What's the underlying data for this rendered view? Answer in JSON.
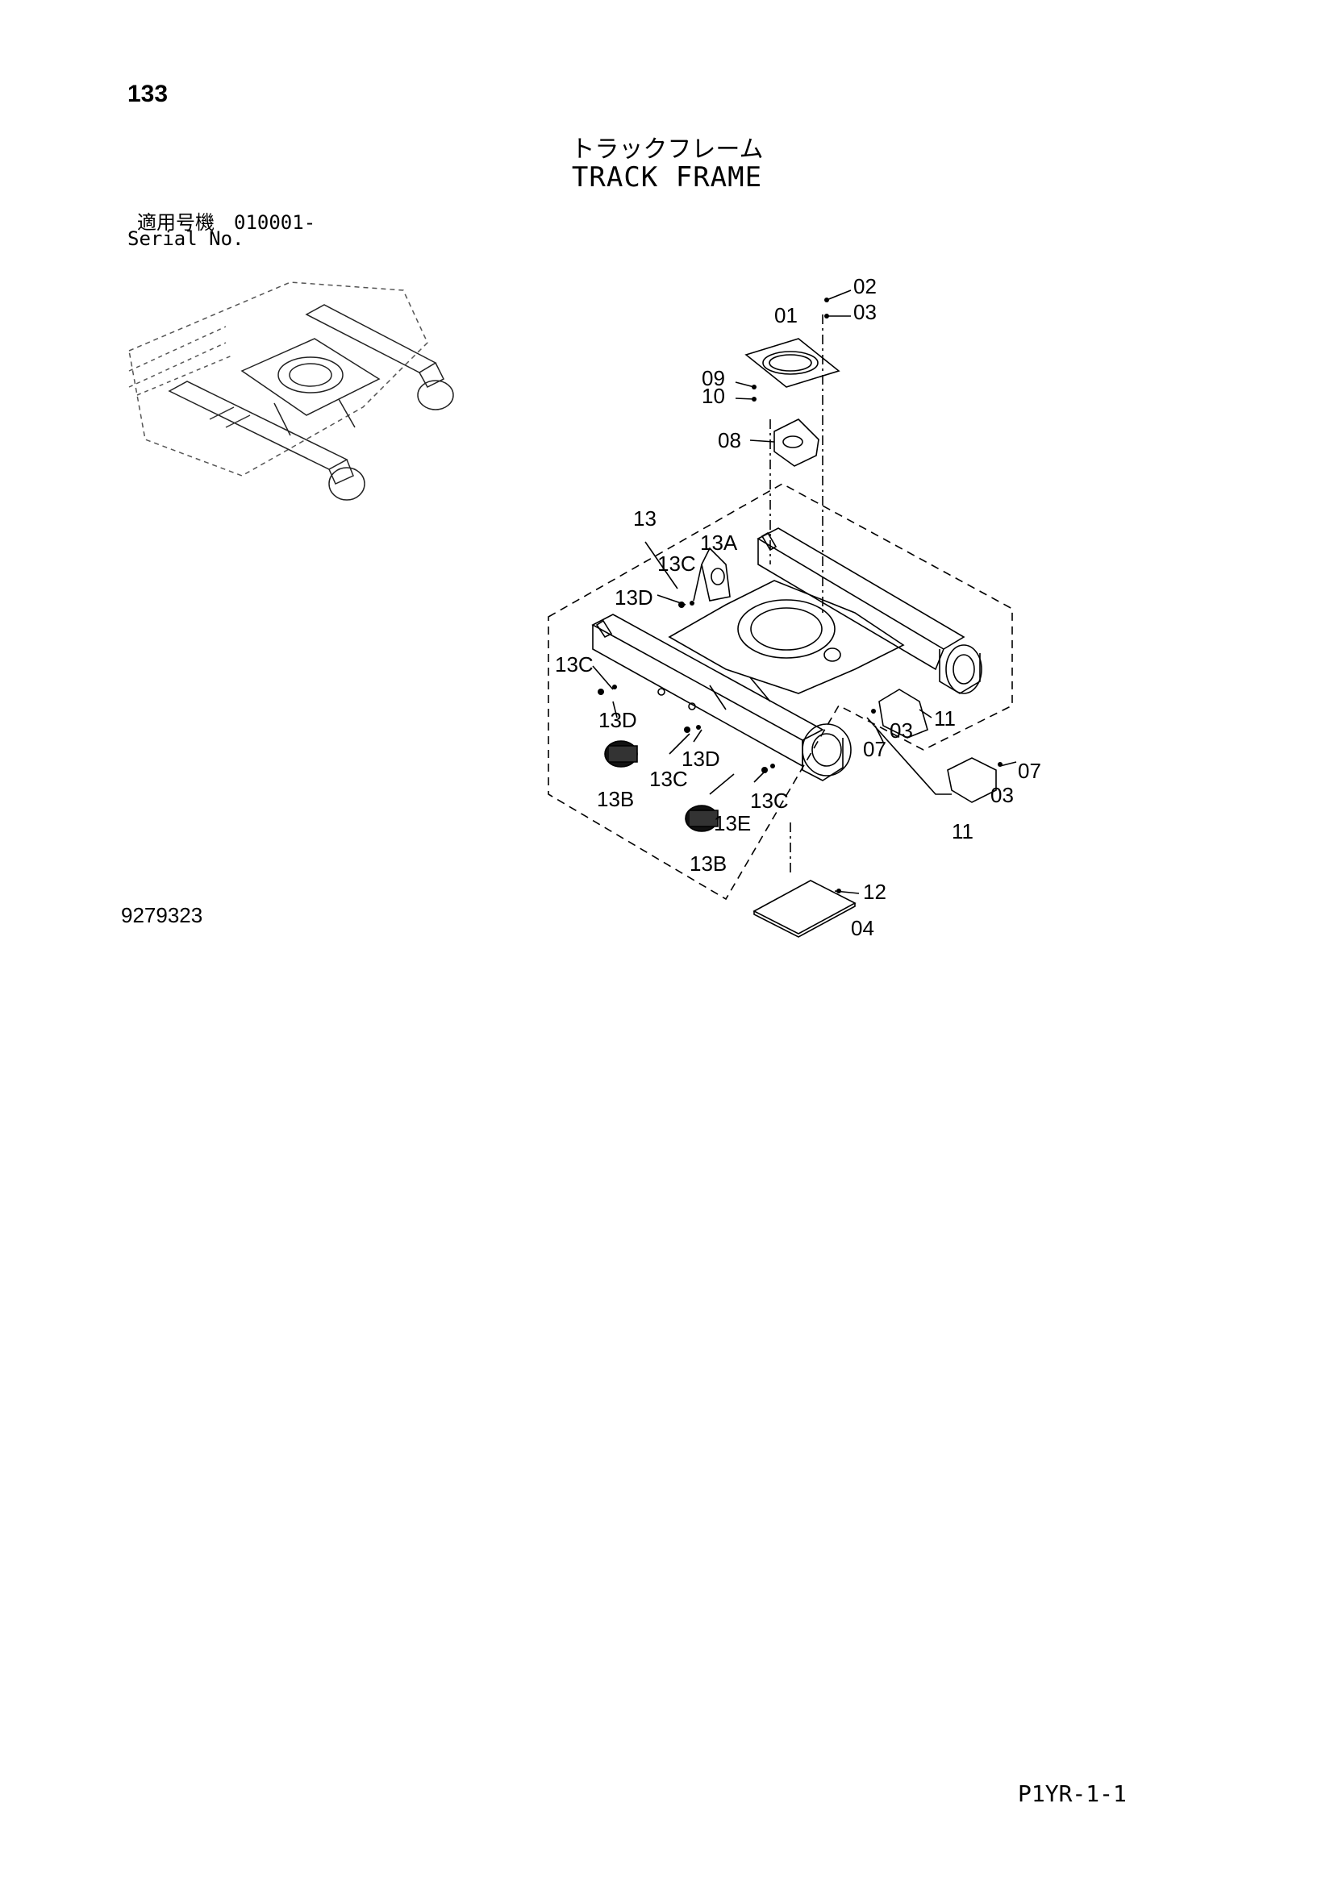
{
  "header": {
    "page_number": "133",
    "title_jp": "トラックフレーム",
    "title_en": "TRACK FRAME",
    "serial_label_jp": "適用号機　010001-",
    "serial_label_en": "Serial No."
  },
  "callouts": {
    "c01": "01",
    "c02": "02",
    "c03a": "03",
    "c09": "09",
    "c10": "10",
    "c08": "08",
    "c13": "13",
    "c13C_a": "13C",
    "c13A": "13A",
    "c13D_a": "13D",
    "c13C_b": "13C",
    "c13D_b": "13D",
    "c13B_a": "13B",
    "c13C_c": "13C",
    "c13D_c": "13D",
    "c13C_d": "13C",
    "c13E": "13E",
    "c13B_b": "13B",
    "c03b": "03",
    "c11a": "11",
    "c07a": "07",
    "c07b": "07",
    "c03c": "03",
    "c11b": "11",
    "c12": "12",
    "c04": "04"
  },
  "footer": {
    "drawing_number": "9279323",
    "page_code": "P1YR-1-1"
  }
}
